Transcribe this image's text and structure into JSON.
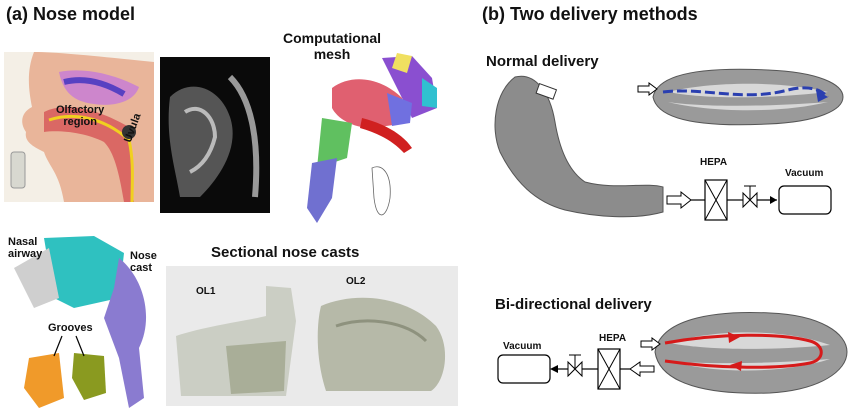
{
  "panel_a": {
    "title": "(a) Nose model",
    "anatomy": {
      "olfactory": "Olfactory\nregion",
      "uvula": "Uvula"
    },
    "mesh": {
      "title": "Computational\nmesh"
    },
    "cast": {
      "nasal_airway": "Nasal\nairway",
      "nose_cast": "Nose\ncast",
      "grooves": "Grooves"
    },
    "sectional": {
      "title": "Sectional nose casts",
      "ol1": "OL1",
      "ol2": "OL2"
    }
  },
  "panel_b": {
    "title": "(b) Two delivery methods",
    "normal": {
      "title": "Normal delivery",
      "hepa": "HEPA",
      "vacuum": "Vacuum"
    },
    "bidirectional": {
      "title": "Bi-directional delivery",
      "hepa": "HEPA",
      "vacuum": "Vacuum"
    }
  },
  "colors": {
    "blue_flow": "#2a3fb0",
    "red_flow": "#d61a1a",
    "teal": "#2fc1c0",
    "purple": "#8a7bd0",
    "orange": "#f09a2a",
    "olive": "#8a9a20"
  }
}
